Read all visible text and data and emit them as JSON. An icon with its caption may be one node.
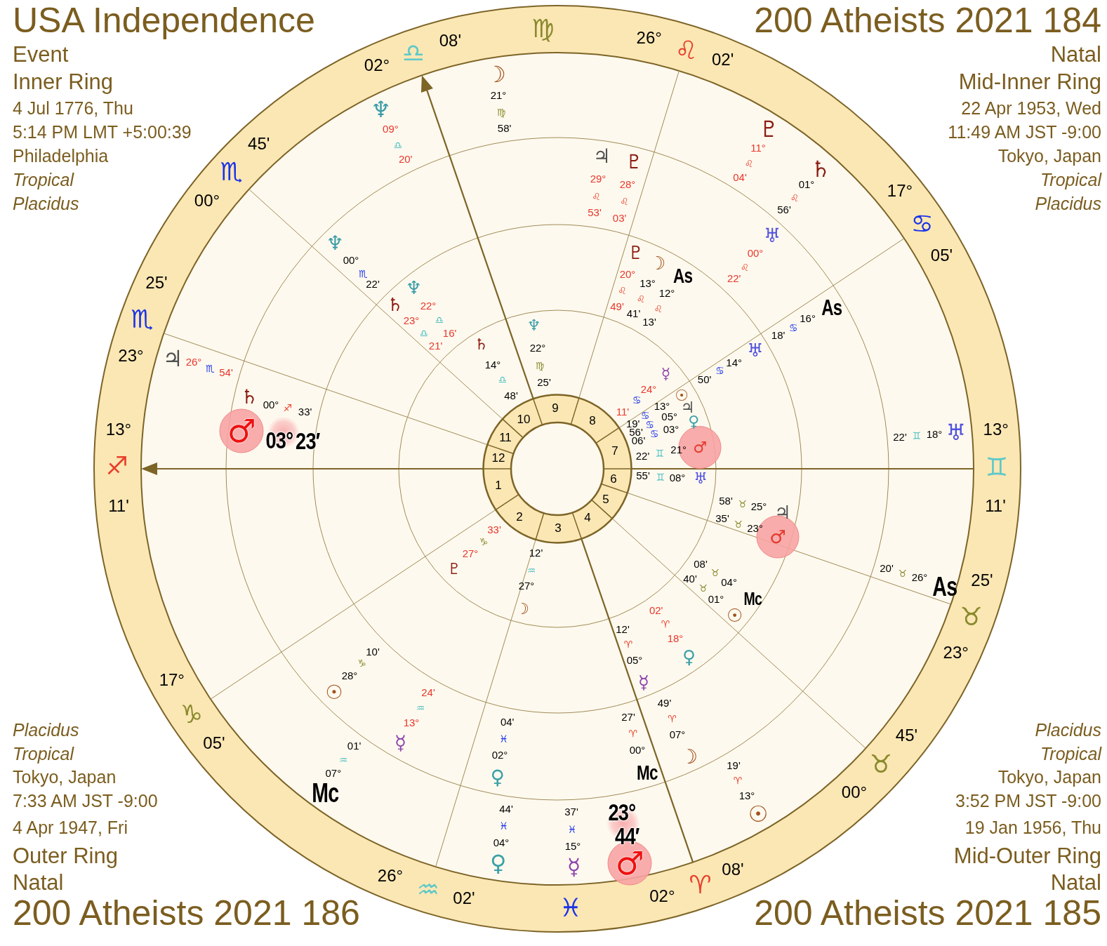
{
  "diagram": {
    "labels": [
      "USA Independence",
      "Event",
      "Inner Ring",
      "4 Jul 1776, Thu",
      "5:14 PM LMT +5:00:39",
      "Philadelphia",
      "Tropical",
      "Placidus",
      "200 Atheists 2021 184",
      "Natal",
      "Mid-Inner Ring",
      "22 Apr 1953, Wed",
      "11:49 AM JST -9:00",
      "Tokyo, Japan",
      "Tropical",
      "Placidus",
      "13°",
      "♐",
      "11'",
      "23°",
      "♏",
      "25'",
      "00°",
      "♏",
      "45'",
      "02°",
      "♎",
      "08'",
      "♍",
      "26°",
      "♌",
      "02'",
      "17°",
      "♋",
      "05'",
      "13°",
      "♊",
      "11'",
      "25'",
      "♉",
      "23°",
      "45'",
      "♉",
      "00°",
      "08'",
      "♈",
      "02°",
      "♓",
      "02'",
      "♒",
      "26°",
      "05'",
      "♑",
      "17°",
      "1",
      "2",
      "3",
      "4",
      "5",
      "6",
      "7",
      "8",
      "9",
      "10",
      "11",
      "12",
      "♆",
      "22°",
      "♍",
      "25'",
      "♄",
      "14°",
      "♎",
      "48'",
      "☿",
      "24°",
      "♋",
      "11'",
      "☉",
      "13°",
      "♋",
      "19'",
      "♃",
      "05°",
      "♋",
      "56'",
      "♀",
      "03°",
      "♋",
      "06'",
      "♂",
      "21°",
      "♊",
      "22'",
      "♅",
      "08°",
      "♊",
      "55'",
      "♇",
      "27°",
      "♑",
      "33'",
      "☽",
      "27°",
      "♒",
      "12'",
      "♇",
      "20°",
      "♌",
      "49'",
      "☽",
      "13°",
      "♌",
      "41'",
      "As",
      "12°",
      "♌",
      "13'",
      "♆",
      "22°",
      "♎",
      "16'",
      "♄",
      "23°",
      "♎",
      "21'",
      "♅",
      "14°",
      "♋",
      "50'",
      "♃",
      "25°",
      "♉",
      "58'",
      "♂",
      "23°",
      "♉",
      "35'",
      "Mc",
      "04°",
      "♉",
      "08'",
      "☉",
      "01°",
      "♉",
      "40'",
      "♀",
      "18°",
      "♈",
      "02'",
      "☿",
      "05°",
      "♈",
      "12'",
      "♃",
      "29°",
      "♌",
      "53'",
      "♇",
      "28°",
      "♌",
      "03'",
      "♅",
      "00°",
      "♌",
      "22'",
      "As",
      "16°",
      "♋",
      "18'",
      "♆",
      "00°",
      "♏",
      "22'",
      "♄",
      "00°",
      "♐",
      "33'",
      "♂",
      "03°",
      "23′",
      "☉",
      "28°",
      "♑",
      "10'",
      "☿",
      "13°",
      "♒",
      "24'",
      "♀",
      "02°",
      "♓",
      "04'",
      "Mc",
      "00°",
      "♈",
      "27'",
      "☽",
      "07°",
      "♈",
      "49'",
      "☽",
      "21°",
      "♍",
      "58'",
      "♆",
      "09°",
      "♎",
      "20'",
      "♃",
      "26°",
      "♏",
      "54'",
      "♇",
      "11°",
      "♌",
      "04'",
      "♄",
      "01°",
      "♌",
      "56'",
      "♅",
      "18°",
      "♊",
      "22'",
      "As",
      "26°",
      "♉",
      "20'",
      "☉",
      "13°",
      "♈",
      "19'",
      "♂",
      "23°",
      "44′",
      "☿",
      "15°",
      "♓",
      "37'",
      "♀",
      "04°",
      "♓",
      "44'",
      "Mc",
      "07°",
      "♒",
      "01'",
      "Placidus",
      "Tropical",
      "Tokyo, Japan",
      "7:33 AM JST -9:00",
      "4 Apr 1947, Fri",
      "Outer Ring",
      "Natal",
      "200 Atheists 2021 186",
      "Placidus",
      "Tropical",
      "Tokyo, Japan",
      "3:52 PM JST -9:00",
      "19 Jan 1956, Thu",
      "Mid-Outer Ring",
      "Natal",
      "200 Atheists 2021 185"
    ]
  }
}
